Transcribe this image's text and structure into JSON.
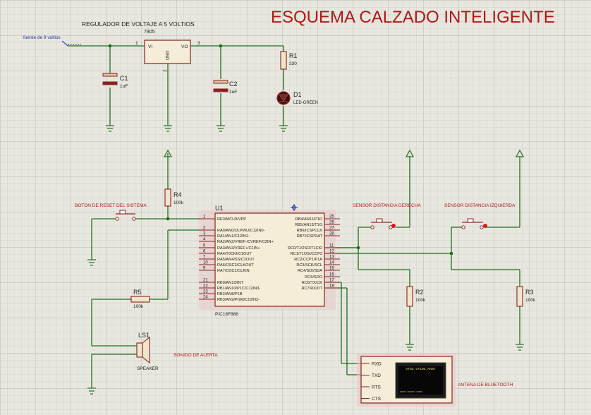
{
  "title": "ESQUEMA CALZADO INTELIGENTE",
  "regulator": {
    "section_label": "REGULADOR DE VOLTAJE A 5 VOLTIOS",
    "part": "7805",
    "pin_vi": "VI",
    "pin_vo": "VO",
    "pin_gnd": "GND",
    "pin1": "1",
    "pin2": "2",
    "pin3": "3",
    "source_label": "fuente de 9 voltios"
  },
  "components": {
    "c1_name": "C1",
    "c1_value": "1uF",
    "c2_name": "C2",
    "c2_value": "1uF",
    "r1_name": "R1",
    "r1_value": "330",
    "d1_name": "D1",
    "d1_value": "LED-GREEN",
    "r4_name": "R4",
    "r4_value": "100k",
    "r5_name": "R5",
    "r5_value": "100k",
    "r2_name": "R2",
    "r2_value": "100k",
    "r3_name": "R3",
    "r3_value": "100k",
    "ls1_name": "LS1",
    "ls1_value": "SPEAKER"
  },
  "labels": {
    "reset": "BOTON DE RESET DEL SISTEMA",
    "sensor_right": "SENSOR DISTANCIA DERECHA",
    "sensor_left": "SENSOR DISTANCIA IZQUIERDA",
    "alert": "SONIDO DE ALERTA",
    "bluetooth": "ANTENA DE BLUETOOTH"
  },
  "mcu": {
    "name": "U1",
    "part": "PIC16F886",
    "left_pins": [
      {
        "num": "1",
        "label": "RE3/MCLR/VPP"
      },
      {
        "num": "2",
        "label": "RA0/AN0/ULPWU/C12IN0-"
      },
      {
        "num": "3",
        "label": "RA1/AN1/C12IN1-"
      },
      {
        "num": "4",
        "label": "RA2/AN2/VREF-/CVREF/C2IN+"
      },
      {
        "num": "5",
        "label": "RA3/AN3/VREF+/C1IN+"
      },
      {
        "num": "6",
        "label": "RA4/T0CKI/C1OUT"
      },
      {
        "num": "7",
        "label": "RA5/AN4/SS/C2OUT"
      },
      {
        "num": "10",
        "label": "RA6/OSC2/CLKOUT"
      },
      {
        "num": "9",
        "label": "RA7/OSC1/CLKIN"
      },
      {
        "num": "21",
        "label": "RB0/AN12/INT"
      },
      {
        "num": "22",
        "label": "RB1/AN10/P1C/C12IN3-"
      },
      {
        "num": "23",
        "label": "RB2/AN8/P1B"
      },
      {
        "num": "24",
        "label": "RB3/AN9/PGM/C12IN2-"
      }
    ],
    "right_pins": [
      {
        "num": "25",
        "label": "RB4/AN11/P1D"
      },
      {
        "num": "26",
        "label": "RB5/AN13/T1G"
      },
      {
        "num": "27",
        "label": "RB6/ICSPCLK"
      },
      {
        "num": "28",
        "label": "RB7/ICSPDAT"
      },
      {
        "num": "11",
        "label": "RC0/T1OSO/T1CKI"
      },
      {
        "num": "12",
        "label": "RC1/T1OSI/CCP2"
      },
      {
        "num": "13",
        "label": "RC2/CCP1/P1A"
      },
      {
        "num": "14",
        "label": "RC3/SCK/SCL"
      },
      {
        "num": "15",
        "label": "RC4/SDI/SDA"
      },
      {
        "num": "16",
        "label": "RC5/SDO"
      },
      {
        "num": "17",
        "label": "RC6/TX/CK"
      },
      {
        "num": "18",
        "label": "RC7/RX/DT"
      }
    ]
  },
  "terminal": {
    "pins": [
      "RXD",
      "TXD",
      "RTS",
      "CTS"
    ],
    "screen_text": "VT52, VT100, ANSI",
    "screen_footer": "xxxxx / xxxxx / xxxxx"
  }
}
